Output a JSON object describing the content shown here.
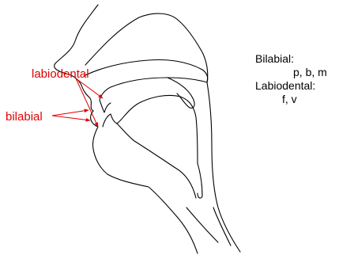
{
  "labels": {
    "labiodental": "labiodental",
    "bilabial": "bilabial"
  },
  "legend": [
    {
      "heading": "Bilabial:",
      "examples": "p, b, m"
    },
    {
      "heading": "Labiodental:",
      "examples": "f, v"
    }
  ],
  "colors": {
    "pointer": "#e00000",
    "outline": "#000000"
  }
}
